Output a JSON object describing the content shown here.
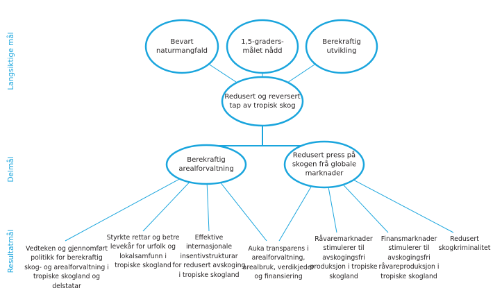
{
  "colors": {
    "accent": "#1aa5dd",
    "text": "#231f20"
  },
  "levels": {
    "long_term": "Langsiktige mål",
    "sub_goals": "Delmål",
    "outcomes": "Resultatmål"
  },
  "long_term_goals": [
    "Bevart\nnaturmangfald",
    "1,5-graders-\nmålet nådd",
    "Berekraftig\nutvikling"
  ],
  "main_goal": "Redusert og reversert\ntap av tropisk skog",
  "sub_goals": [
    "Berekraftig\narealforvaltning",
    "Redusert press på\nskogen frå globale\nmarknader"
  ],
  "outcomes": [
    "Vedteken og gjennomført\npolitikk for berekraftig\nskog- og arealforvaltning i\ntropiske skogland og\ndelstatar",
    "Styrkte rettar og betre\nlevekår for urfolk og\nlokalsamfunn i\ntropiske skogland",
    "Effektive\ninternasjonale\ninsentivstrukturar\nfor redusert avskoging\ni tropiske skogland",
    "Auka transparens i\narealforvaltning,\narealbruk, verdikjeder\nog finansiering",
    "Råvaremarknader\nstimulerer til\navskogingsfri\nproduksjon i tropiske\nskogland",
    "Finansmarknader\nstimulerer til\navskogingsfri\nråvareproduksjon i\ntropiske skogland",
    "Redusert\nskogkriminalitet"
  ]
}
